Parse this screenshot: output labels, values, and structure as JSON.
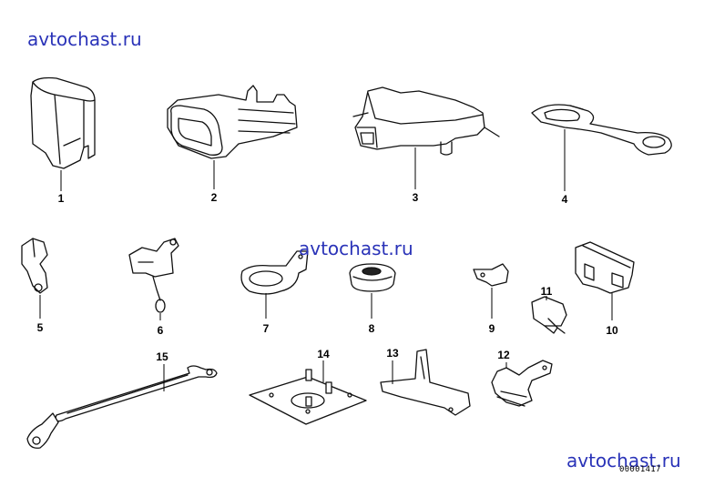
{
  "watermarks": [
    "avtochast.ru",
    "avtochast.ru",
    "avtochast.ru"
  ],
  "reference_code": "00001417",
  "parts": [
    {
      "label": "1"
    },
    {
      "label": "2"
    },
    {
      "label": "3"
    },
    {
      "label": "4"
    },
    {
      "label": "5"
    },
    {
      "label": "6"
    },
    {
      "label": "7"
    },
    {
      "label": "8"
    },
    {
      "label": "9"
    },
    {
      "label": "10"
    },
    {
      "label": "11"
    },
    {
      "label": "12"
    },
    {
      "label": "13"
    },
    {
      "label": "14"
    },
    {
      "label": "15"
    }
  ],
  "colors": {
    "watermark": "#2a33b8",
    "line": "#111111",
    "background": "#ffffff"
  }
}
